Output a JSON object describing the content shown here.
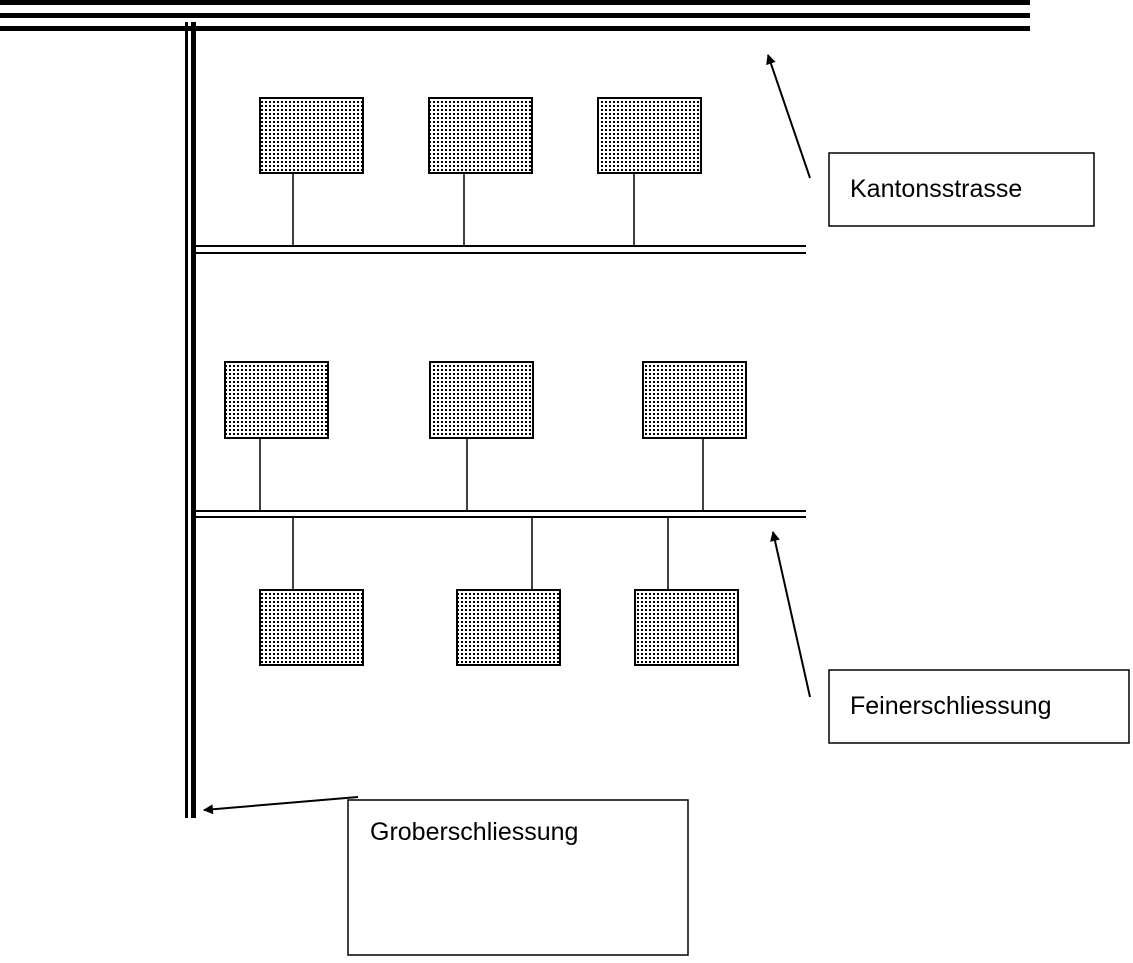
{
  "labels": {
    "kantonsstrasse": "Kantonsstrasse",
    "feinerschliessung": "Feinerschliessung",
    "groberschliessung": "Groberschliessung"
  },
  "colors": {
    "line": "#000000",
    "building_dots": "#000000",
    "background": "#ffffff"
  }
}
